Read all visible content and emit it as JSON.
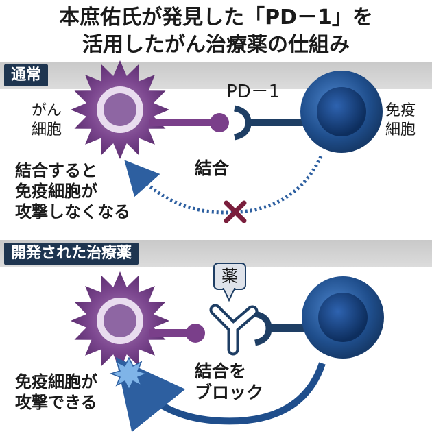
{
  "title": {
    "line1": "本庶佑氏が発見した「PD－1」を",
    "line2": "活用したがん治療薬の仕組み"
  },
  "normal": {
    "heading": "通常",
    "cancer_cell_label_1": "がん",
    "cancer_cell_label_2": "細胞",
    "pd1_label": "PD－1",
    "immune_cell_label_1": "免疫",
    "immune_cell_label_2": "細胞",
    "binding_label": "結合",
    "result_line1": "結合すると",
    "result_line2": "免疫細胞が",
    "result_line3": "攻撃しなくなる"
  },
  "treatment": {
    "heading": "開発された治療薬",
    "drug_label": "薬",
    "block_line1": "結合を",
    "block_line2": "ブロック",
    "result_line1": "免疫細胞が",
    "result_line2": "攻撃できる"
  },
  "colors": {
    "cancer_purple": "#7a3f8a",
    "immune_blue": "#1f4e8c",
    "heading_navy": "#1e3550",
    "blocked_x": "#7a1e3c"
  }
}
